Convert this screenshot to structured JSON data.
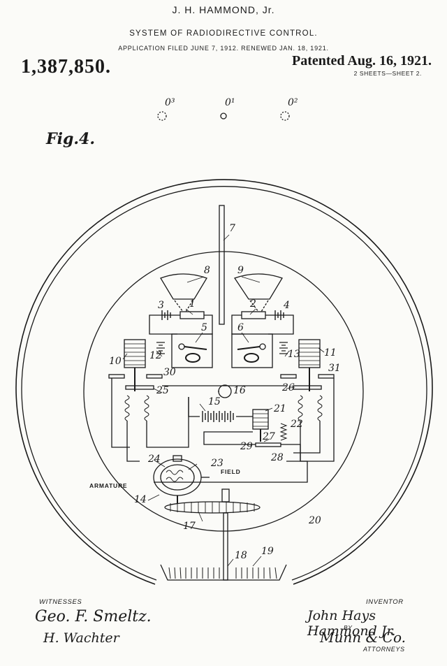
{
  "header": {
    "inventor": "J. H. HAMMOND, Jr.",
    "title": "SYSTEM OF RADIODIRECTIVE CONTROL.",
    "application": "APPLICATION FILED JUNE 7, 1912. RENEWED JAN. 18, 1921.",
    "patent_number": "1,387,850.",
    "patented": "Patented Aug. 16, 1921.",
    "sheets": "2 SHEETS—SHEET 2."
  },
  "figure": {
    "title": "Fig.4.",
    "top_marks": [
      "0³",
      "0¹",
      "0²"
    ],
    "numerals": [
      "1",
      "2",
      "3",
      "4",
      "5",
      "6",
      "7",
      "8",
      "9",
      "10",
      "11",
      "12",
      "13",
      "14",
      "15",
      "16",
      "17",
      "18",
      "19",
      "20",
      "21",
      "22",
      "23",
      "24",
      "25",
      "26",
      "27",
      "28",
      "29",
      "30",
      "31"
    ],
    "captions": {
      "armature": "ARMATURE",
      "field": "FIELD"
    }
  },
  "footer": {
    "witnesses_heading": "WITNESSES",
    "witness_1": "Geo. F. Smeltz.",
    "witness_2": "H. Wachter",
    "inventor_heading": "INVENTOR",
    "inventor_signature": "John Hays Hammond Jr.",
    "by": "BY",
    "attorneys_signature": "Munn & Co.",
    "attorneys_heading": "ATTORNEYS"
  }
}
